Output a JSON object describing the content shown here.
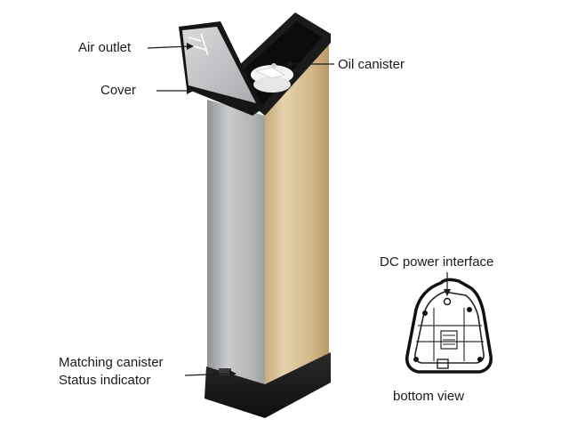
{
  "labels": {
    "air_outlet": "Air outlet",
    "cover": "Cover",
    "oil_canister": "Oil canister",
    "matching_line1": "Matching canister",
    "matching_line2": "Status indicator",
    "dc_power": "DC power interface",
    "bottom_view": "bottom view"
  },
  "colors": {
    "silver": "#b4b6b8",
    "gold": "#d6bc8e",
    "black": "#1a1a1a",
    "white_cap": "#f2f2f2"
  }
}
